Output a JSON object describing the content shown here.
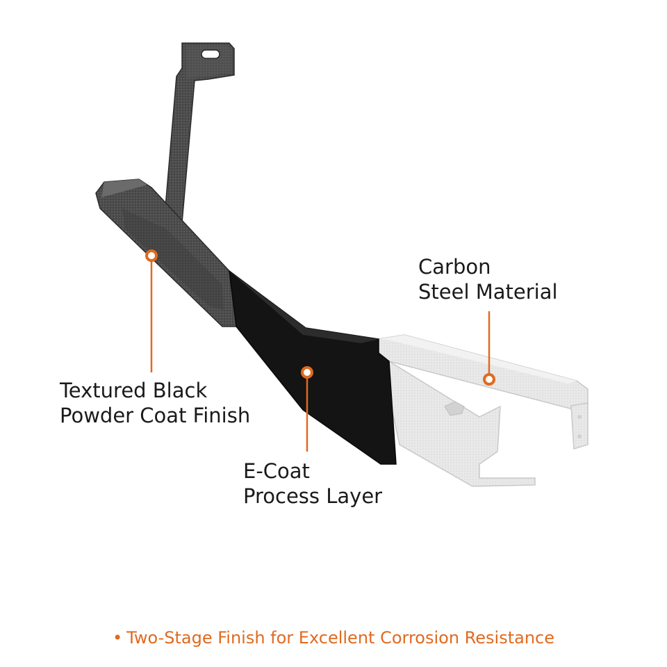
{
  "colors": {
    "accent": "#e06a1f",
    "text": "#1a1a1a",
    "powder_coat": "#4a4a4a",
    "e_coat": "#141414",
    "raw_steel": "#e6e6e6"
  },
  "callouts": {
    "powder_coat": {
      "line1": "Textured Black",
      "line2": "Powder Coat Finish"
    },
    "e_coat": {
      "line1": "E-Coat",
      "line2": "Process Layer"
    },
    "carbon_steel": {
      "line1": "Carbon",
      "line2": "Steel Material"
    }
  },
  "footer": {
    "bullet": "•",
    "text": "Two-Stage Finish for Excellent Corrosion Resistance"
  }
}
